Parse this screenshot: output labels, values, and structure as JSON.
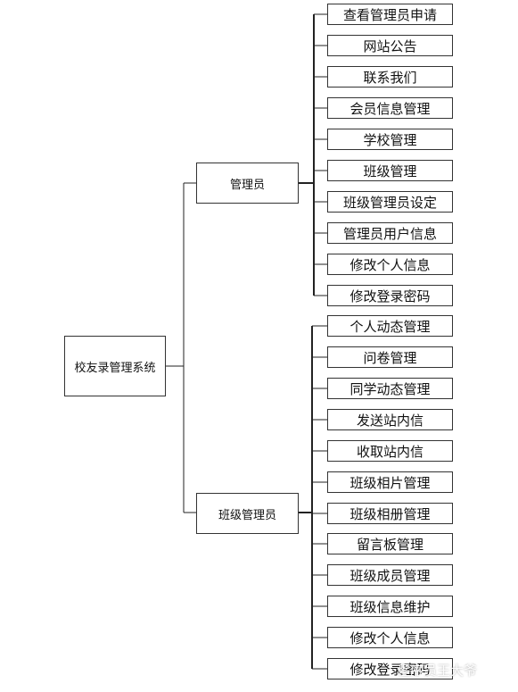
{
  "root": {
    "label": "校友录管理系统"
  },
  "groups": [
    {
      "label": "管理员",
      "children": [
        "查看管理员申请",
        "网站公告",
        "联系我们",
        "会员信息管理",
        "学校管理",
        "班级管理",
        "班级管理员设定",
        "管理员用户信息",
        "修改个人信息",
        "修改登录密码"
      ]
    },
    {
      "label": "班级管理员",
      "children": [
        "个人动态管理",
        "问卷管理",
        "同学动态管理",
        "发送站内信",
        "收取站内信",
        "班级相片管理",
        "班级相册管理",
        "留言板管理",
        "班级成员管理",
        "班级信息维护",
        "修改个人信息",
        "修改登录密码"
      ]
    }
  ],
  "watermark": "程序员王大爷"
}
